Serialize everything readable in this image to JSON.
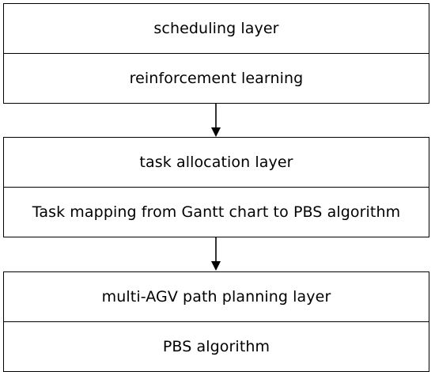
{
  "layers": [
    {
      "title": "scheduling layer",
      "method": "reinforcement learning"
    },
    {
      "title": "task allocation layer",
      "method": "Task mapping from Gantt chart to PBS algorithm"
    },
    {
      "title": "multi-AGV path planning layer",
      "method": "PBS algorithm"
    }
  ],
  "colors": {
    "stroke": "#000000",
    "background": "#ffffff",
    "text": "#000000"
  },
  "icons": {
    "connector": "arrow-down-icon"
  }
}
